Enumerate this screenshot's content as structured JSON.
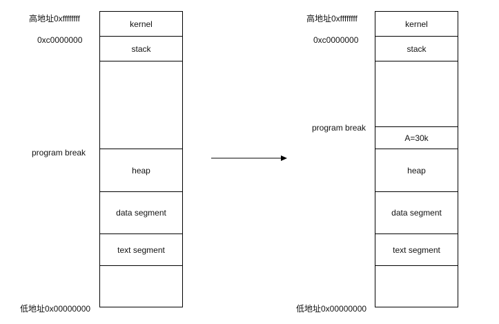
{
  "left": {
    "high_addr": "高地址0xffffffff",
    "stack_addr": "0xc0000000",
    "break_label": "program break",
    "low_addr": "低地址0x00000000",
    "segments": [
      "kernel",
      "stack",
      "",
      "heap",
      "data segment",
      "text segment",
      ""
    ]
  },
  "right": {
    "high_addr": "高地址0xffffffff",
    "stack_addr": "0xc0000000",
    "break_label": "program break",
    "low_addr": "低地址0x00000000",
    "segments": [
      "kernel",
      "stack",
      "",
      "A=30k",
      "heap",
      "data segment",
      "text segment",
      ""
    ]
  }
}
